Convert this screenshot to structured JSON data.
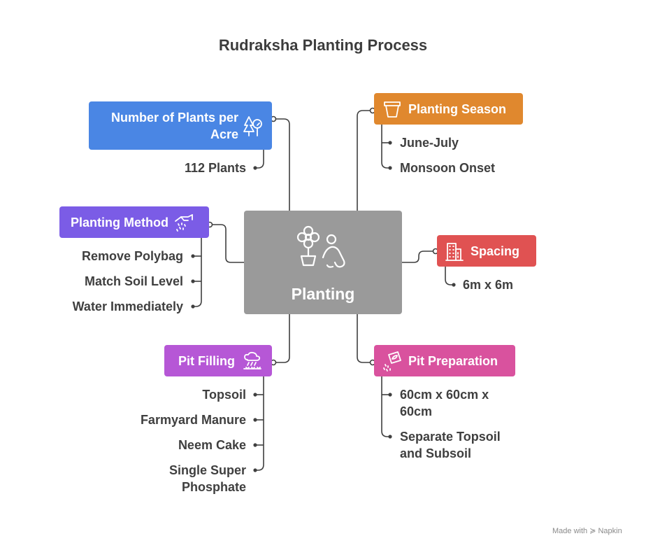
{
  "title": "Rudraksha Planting Process",
  "center": {
    "label": "Planting",
    "icon": "flower-pot-gardener-icon",
    "color": "#9a9a9a"
  },
  "branches": {
    "plants_per_acre": {
      "label": "Number of Plants per Acre",
      "color": "#4a86e4",
      "icon": "trees-icon",
      "items": [
        "112 Plants"
      ]
    },
    "planting_method": {
      "label": "Planting Method",
      "color": "#7b5ce6",
      "icon": "hand-seeds-icon",
      "items": [
        "Remove Polybag",
        "Match Soil Level",
        "Water Immediately"
      ]
    },
    "pit_filling": {
      "label": "Pit Filling",
      "color": "#b657d6",
      "icon": "rain-cloud-icon",
      "items": [
        "Topsoil",
        "Farmyard Manure",
        "Neem Cake",
        "Single Super Phosphate"
      ]
    },
    "planting_season": {
      "label": "Planting Season",
      "color": "#e0882e",
      "icon": "pot-icon",
      "items": [
        "June-July",
        "Monsoon Onset"
      ]
    },
    "spacing": {
      "label": "Spacing",
      "color": "#e05252",
      "icon": "building-icon",
      "items": [
        "6m x 6m"
      ]
    },
    "pit_preparation": {
      "label": "Pit Preparation",
      "color": "#d9529e",
      "icon": "seed-packet-icon",
      "items": [
        "60cm x 60cm x 60cm",
        "Separate Topsoil and Subsoil"
      ]
    }
  },
  "footer": "Made with ≽ Napkin"
}
